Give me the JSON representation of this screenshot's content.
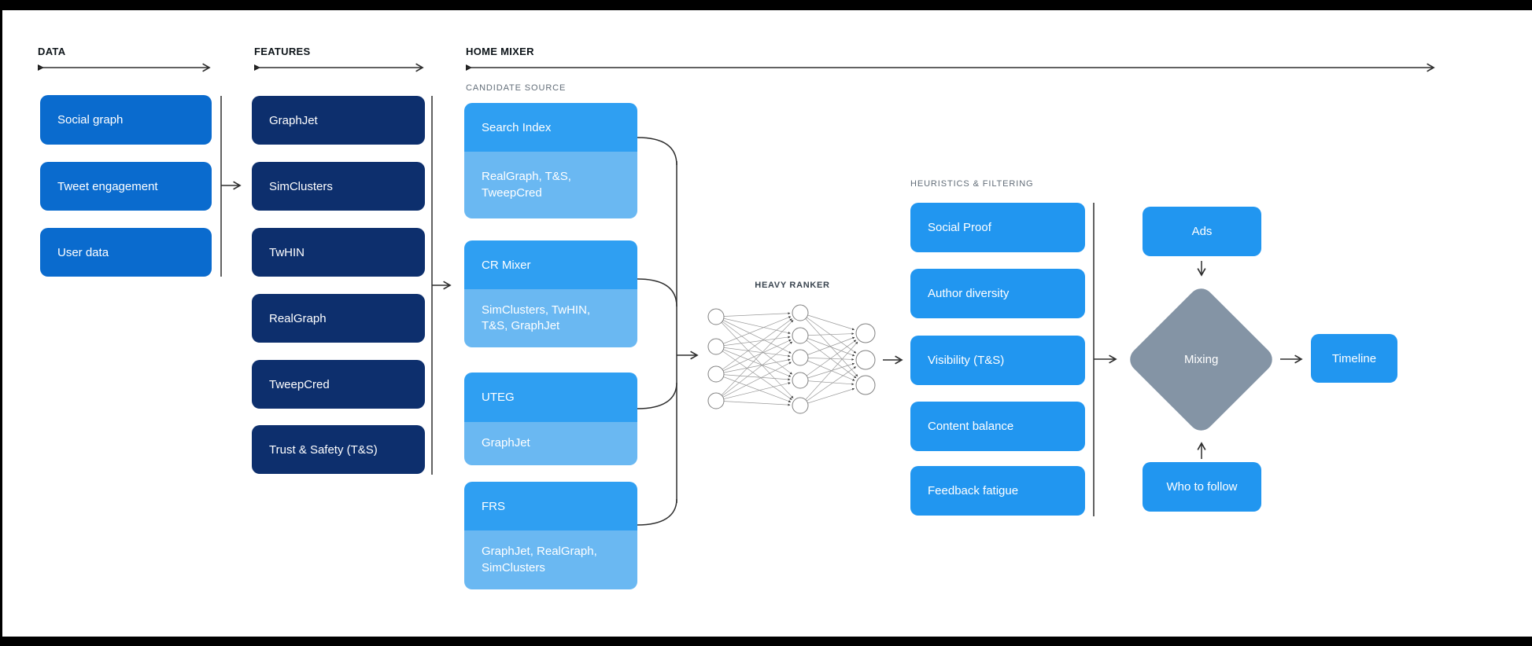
{
  "columns": {
    "data": {
      "header": "DATA",
      "items": [
        "Social graph",
        "Tweet engagement",
        "User data"
      ]
    },
    "features": {
      "header": "FEATURES",
      "items": [
        "GraphJet",
        "SimClusters",
        "TwHIN",
        "RealGraph",
        "TweepCred",
        "Trust & Safety (T&S)"
      ]
    },
    "home_mixer": {
      "header": "HOME MIXER"
    }
  },
  "candidate_source": {
    "label": "CANDIDATE SOURCE",
    "items": [
      {
        "name": "Search Index",
        "sources": "RealGraph, T&S, TweepCred"
      },
      {
        "name": "CR Mixer",
        "sources": "SimClusters, TwHIN, T&S, GraphJet"
      },
      {
        "name": "UTEG",
        "sources": "GraphJet"
      },
      {
        "name": "FRS",
        "sources": "GraphJet, RealGraph, SimClusters"
      }
    ]
  },
  "heavy_ranker": {
    "label": "HEAVY RANKER",
    "layers": [
      4,
      5,
      3
    ]
  },
  "heuristics": {
    "label": "HEURISTICS & FILTERING",
    "items": [
      "Social Proof",
      "Author diversity",
      "Visibility (T&S)",
      "Content balance",
      "Feedback fatigue"
    ]
  },
  "mixing": {
    "node": "Mixing",
    "ads": "Ads",
    "who_to_follow": "Who to follow",
    "timeline": "Timeline"
  },
  "colors": {
    "data_blue": "#0a6bce",
    "navy": "#0d2f6d",
    "sky": "#2f9ff2",
    "sky_deep": "#2196f0",
    "light_blue": "#6ab8f2",
    "gray_diamond": "#8494a5",
    "line_dark": "#2e2e2e"
  }
}
